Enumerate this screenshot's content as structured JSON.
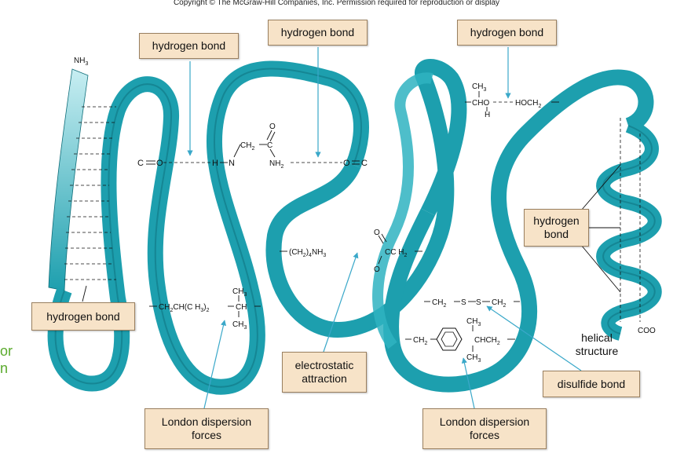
{
  "copyright": "Copyright © The McGraw-Hill Companies, Inc. Permission required for reproduction or display",
  "labels": {
    "hbond_top_left": "hydrogen bond",
    "hbond_top_mid": "hydrogen bond",
    "hbond_top_right": "hydrogen bond",
    "hbond_left": "hydrogen bond",
    "hbond_helix_line1": "hydrogen",
    "hbond_helix_line2": "bond",
    "london_left_line1": "London dispersion",
    "london_left_line2": "forces",
    "london_right_line1": "London dispersion",
    "london_right_line2": "forces",
    "electrostatic_line1": "electrostatic",
    "electrostatic_line2": "attraction",
    "disulfide": "disulfide bond",
    "helical_line1": "helical",
    "helical_line2": "structure"
  },
  "chem": {
    "nh3_top": "NH",
    "nh3_top_sub": "3",
    "co_left": "C",
    "co_left_o": "O",
    "hn": "H",
    "n": "N",
    "ch2_amide": "CH",
    "ch2_amide_sub": "2",
    "amide_o": "O",
    "amide_c": "C",
    "amide_nh2": "NH",
    "amide_nh2_sub": "2",
    "oc_right_o": "O",
    "oc_right_c": "C",
    "ch3_top": "CH",
    "ch3_top_sub": "3",
    "cho": "CHO",
    "cho_h": "H",
    "hoch2": "HOCH",
    "hoch2_sub": "2",
    "lys": "(CH",
    "lys_sub": "2",
    "lys_rest": ")",
    "lys_sub2": "4",
    "lys_nh3": "NH",
    "lys_nh3_sub": "3",
    "carb_o1": "O",
    "carb_cch2": "CC H",
    "carb_sub": "2",
    "carb_o2": "O",
    "leu_chain": "CH",
    "leu_chain_rest": "CH(C H",
    "leu_chain_sub": "3",
    "leu_chain_close": ")",
    "leu_sub2": "2",
    "val_ch3_top": "CH",
    "val_ch": "CH",
    "val_ch3_bot": "CH",
    "sub3": "3",
    "sub2": "2",
    "disulfide_chain": "CH",
    "s1": "S",
    "s2": "S",
    "ch2_phe": "CH",
    "ile_ch3": "CH",
    "ile_chch2": "CHCH",
    "ile_ch3_bot": "CH",
    "coo": "COO"
  },
  "edge_fragments": {
    "line1": "or",
    "line2": "n"
  },
  "colors": {
    "ribbon_main": "#1d9fae",
    "ribbon_dark": "#0e6d79",
    "ribbon_light": "#8fd3dc",
    "label_fill": "#f7e3c8",
    "label_border": "#9a8060",
    "arrow": "#3aa8c9",
    "edge_text": "#5aaa2c"
  }
}
